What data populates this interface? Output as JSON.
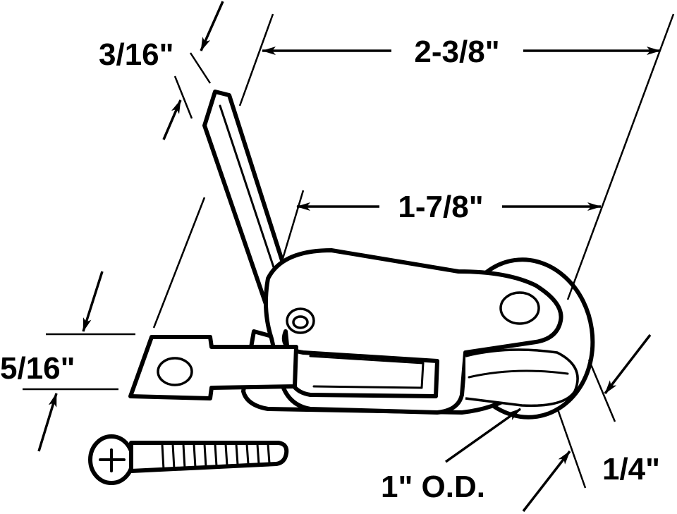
{
  "diagram": {
    "dimensions": {
      "overall_length": "2-3/8\"",
      "inner_length": "1-7/8\"",
      "tab_thickness": "3/16\"",
      "tab_width": "5/16\"",
      "wheel_diameter": "1\" O.D.",
      "wheel_width": "1/4\""
    },
    "colors": {
      "ink": "#000000",
      "background": "#ffffff"
    }
  }
}
